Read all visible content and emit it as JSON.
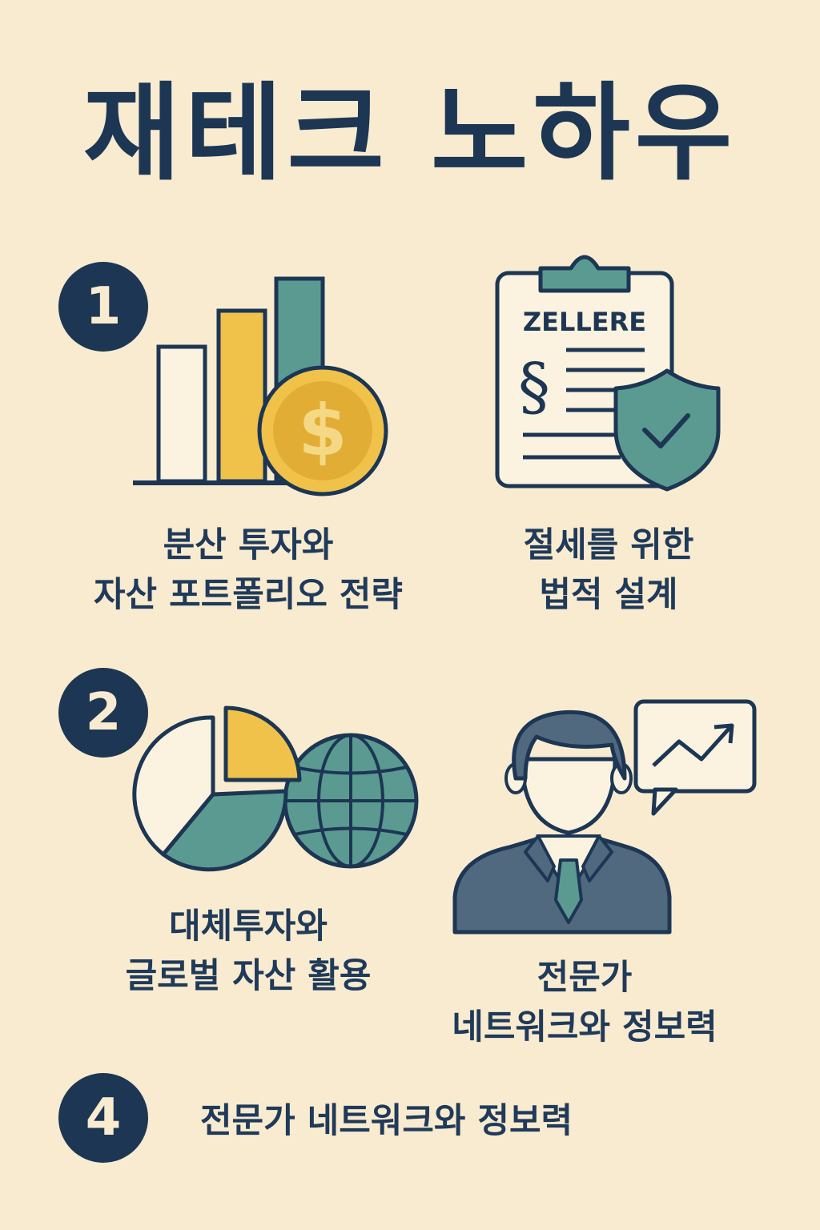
{
  "title": "재테크 노하우",
  "colors": {
    "background": "#f9ebcf",
    "navy": "#1c3654",
    "teal": "#5b9a91",
    "yellow": "#f0c24a",
    "gray_blue": "#51697f"
  },
  "items": [
    {
      "number": "1",
      "icon": "bar-chart-coin-icon",
      "caption_line1": "분산 투자와",
      "caption_line2": "자산 포트폴리오 전략"
    },
    {
      "icon": "legal-document-shield-icon",
      "document_label": "ZELLERE",
      "caption_line1": "절세를 위한",
      "caption_line2": "법적 설계"
    },
    {
      "number": "2",
      "icon": "pie-chart-globe-icon",
      "caption_line1": "대체투자와",
      "caption_line2": "글로벌 자산 활용"
    },
    {
      "icon": "advisor-growth-chat-icon",
      "caption_line1": "전문가",
      "caption_line2": "네트워크와 정보력"
    }
  ],
  "bottom": {
    "number": "4",
    "text": "전문가 네트워크와 정보력"
  }
}
